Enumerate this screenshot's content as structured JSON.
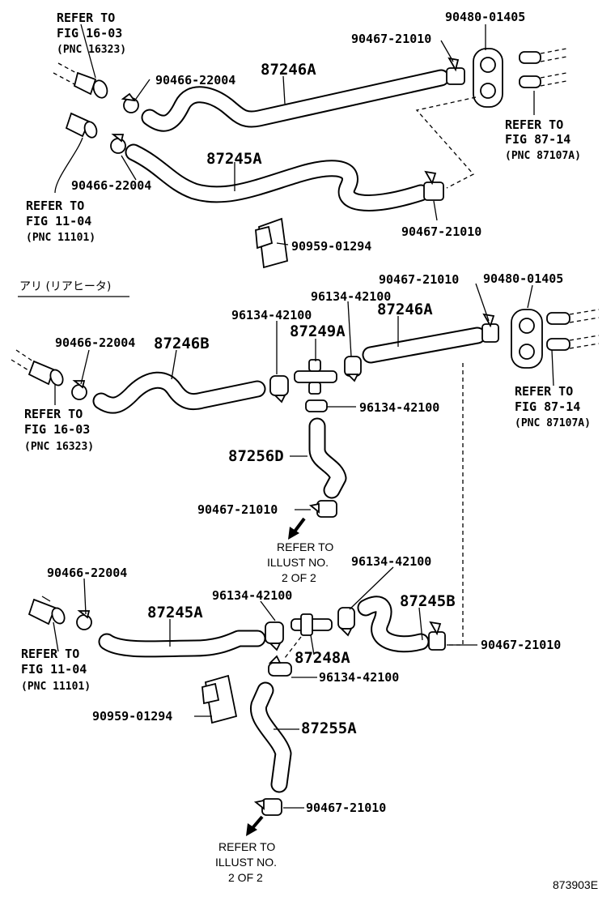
{
  "labels": {
    "p90480_01405_a": "90480-01405",
    "p90467_21010_a": "90467-21010",
    "p87246A_a": "87246A",
    "p90466_22004_a": "90466-22004",
    "p87245A_a": "87245A",
    "p90466_22004_b": "90466-22004",
    "p90467_21010_b": "90467-21010",
    "p90959_01294_a": "90959-01294",
    "p90467_21010_c": "90467-21010",
    "p90480_01405_b": "90480-01405",
    "p96134_42100_a": "96134-42100",
    "p96134_42100_b": "96134-42100",
    "p87246A_b": "87246A",
    "p87249A": "87249A",
    "p90466_22004_c": "90466-22004",
    "p87246B": "87246B",
    "p96134_42100_c": "96134-42100",
    "p87256D": "87256D",
    "p90467_21010_d": "90467-21010",
    "p96134_42100_d": "96134-42100",
    "p90466_22004_d": "90466-22004",
    "p87245A_b": "87245A",
    "p96134_42100_e": "96134-42100",
    "p87245B": "87245B",
    "p90467_21010_e": "90467-21010",
    "p87248A": "87248A",
    "p96134_42100_f": "96134-42100",
    "p90959_01294_b": "90959-01294",
    "p87255A": "87255A",
    "p90467_21010_f": "90467-21010"
  },
  "refs": {
    "r1": [
      "REFER TO",
      "FIG 16-03",
      "(PNC 16323)"
    ],
    "r2": [
      "REFER TO",
      "FIG 87-14",
      "(PNC 87107A)"
    ],
    "r3": [
      "REFER TO",
      "FIG 11-04",
      "(PNC 11101)"
    ],
    "r4": [
      "REFER TO",
      "FIG 87-14",
      "(PNC 87107A)"
    ],
    "r5": [
      "REFER TO",
      "FIG 16-03",
      "(PNC 16323)"
    ],
    "r6": [
      "REFER TO",
      "ILLUST NO.",
      "2 OF 2"
    ],
    "r7": [
      "REFER TO",
      "FIG 11-04",
      "(PNC 11101)"
    ],
    "r8": [
      "REFER TO",
      "ILLUST NO.",
      "2 OF 2"
    ]
  },
  "section_title": "アリ (リアヒータ)",
  "illustration_code": "873903E"
}
